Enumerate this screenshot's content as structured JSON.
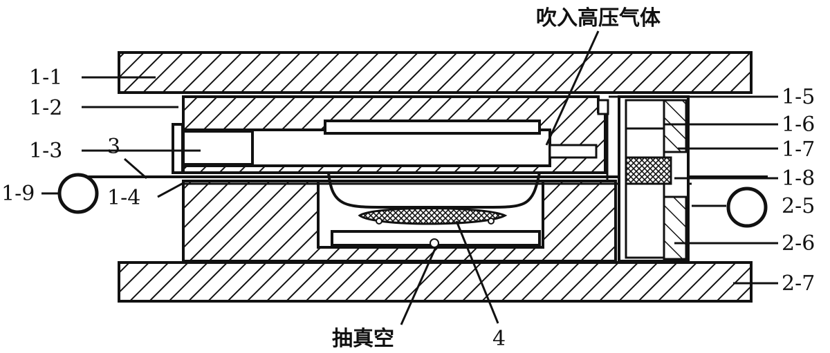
{
  "figure": {
    "labels": {
      "l1_1": "1-1",
      "l1_2": "1-2",
      "l1_3": "1-3",
      "l3": "3",
      "l1_9": "1-9",
      "l1_4": "1-4",
      "l1_5": "1-5",
      "l1_6": "1-6",
      "l1_7": "1-7",
      "l1_8": "1-8",
      "l2_5": "2-5",
      "l2_6": "2-6",
      "l2_7": "2-7",
      "l4": "4"
    },
    "annotations": {
      "gas_inlet": "吹入高压气体",
      "vacuum": "抽真空"
    }
  }
}
